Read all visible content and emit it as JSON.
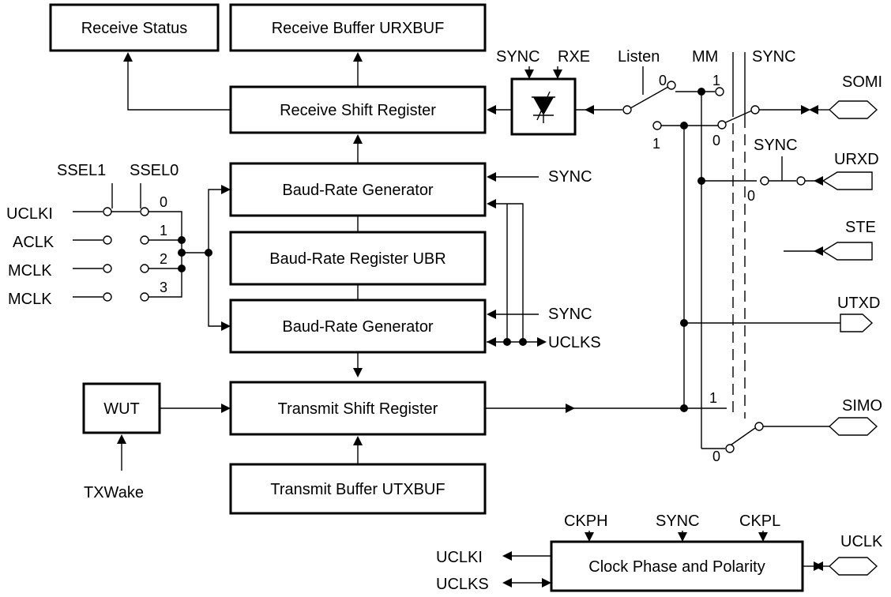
{
  "blocks": {
    "receive_status": "Receive Status",
    "receive_buffer": "Receive Buffer URXBUF",
    "receive_shift": "Receive Shift Register",
    "baud_gen_top": "Baud-Rate Generator",
    "baud_reg": "Baud-Rate Register UBR",
    "baud_gen_bottom": "Baud-Rate Generator",
    "transmit_shift": "Transmit Shift Register",
    "transmit_buffer": "Transmit Buffer UTXBUF",
    "wut": "WUT",
    "clock_phase": "Clock Phase and Polarity"
  },
  "signals": {
    "sync_top": "SYNC",
    "rxe": "RXE",
    "listen": "Listen",
    "mm": "MM",
    "sync_mm": "SYNC",
    "somi": "SOMI",
    "sync_urxd": "SYNC",
    "urxd": "URXD",
    "ste": "STE",
    "utxd": "UTXD",
    "simo": "SIMO",
    "sync_baud_top": "SYNC",
    "sync_baud_bottom": "SYNC",
    "uclks": "UCLKS",
    "ssel1": "SSEL1",
    "ssel0": "SSEL0",
    "uclki_in": "UCLKI",
    "aclk": "ACLK",
    "mclk_a": "MCLK",
    "mclk_b": "MCLK",
    "txwake": "TXWake",
    "ckph": "CKPH",
    "sync_clk": "SYNC",
    "ckpl": "CKPL",
    "uclk": "UCLK",
    "uclki_out": "UCLKI",
    "uclks_out": "UCLKS"
  },
  "switch_positions": {
    "sel0": "0",
    "sel1": "1",
    "sel2": "2",
    "sel3": "3",
    "listen_0": "0",
    "listen_1": "1",
    "mm_1": "1",
    "mm_0": "0",
    "urxd_0": "0",
    "simo_1": "1",
    "simo_0": "0"
  }
}
